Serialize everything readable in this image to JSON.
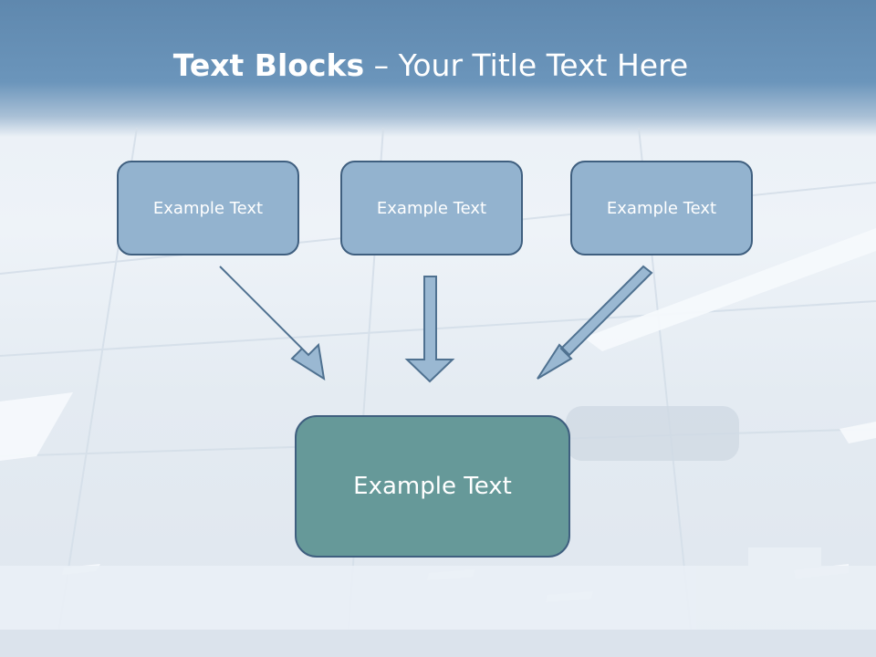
{
  "slide": {
    "title_bold": "Text Blocks",
    "title_sep": " – ",
    "title_rest": "Your Title Text Here"
  },
  "blocks": {
    "top": [
      {
        "label": "Example Text"
      },
      {
        "label": "Example Text"
      },
      {
        "label": "Example Text"
      }
    ],
    "bottom": {
      "label": "Example Text"
    }
  },
  "colors": {
    "top_box_fill": "#93b3cf",
    "bottom_box_fill": "#669999",
    "border": "#3f5f7f",
    "arrow_fill": "#9ab8d2",
    "header": "#6b95bb"
  }
}
